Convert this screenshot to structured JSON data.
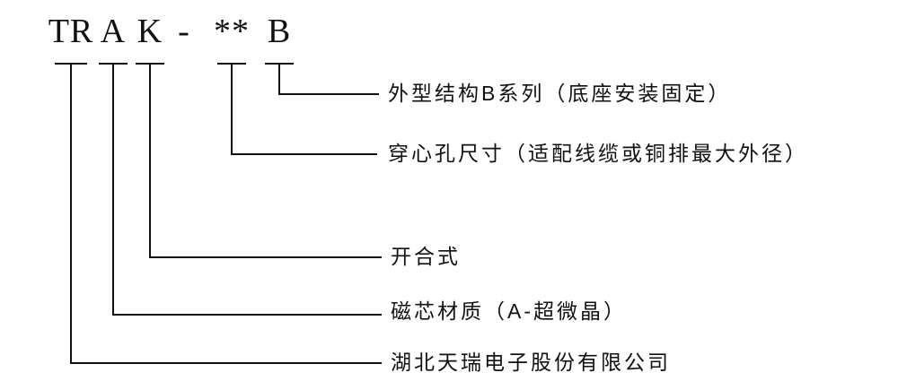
{
  "model_code": {
    "full": "TR A K - ** B",
    "parts": [
      "TR",
      "A",
      "K",
      "-",
      "**",
      "B"
    ]
  },
  "callouts": [
    {
      "part": "B",
      "label": "外型结构B系列（底座安装固定）"
    },
    {
      "part": "**",
      "label": "穿心孔尺寸（适配线缆或铜排最大外径）"
    },
    {
      "part": "K",
      "label": "开合式"
    },
    {
      "part": "A",
      "label": "磁芯材质（A-超微晶）"
    },
    {
      "part": "TR",
      "label": "湖北天瑞电子股份有限公司"
    }
  ],
  "colors": {
    "ink": "#111111",
    "background": "#ffffff"
  }
}
